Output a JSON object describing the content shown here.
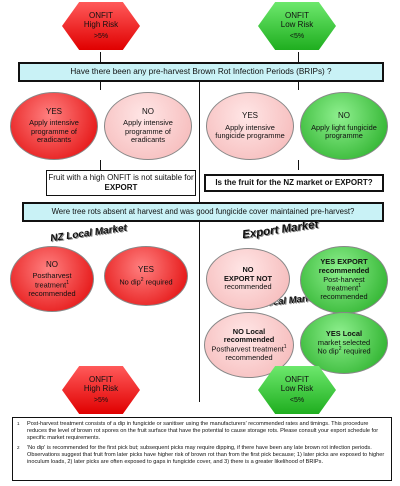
{
  "top_left_hex": {
    "line1": "ONFIT",
    "line2": "High Risk",
    "sub": ">5%"
  },
  "top_right_hex": {
    "line1": "ONFIT",
    "line2": "Low Risk",
    "sub": "<5%"
  },
  "question1": "Have there been any pre-harvest Brown Rot Infection Periods (BRIPs) ?",
  "left_yes": {
    "head": "YES",
    "text": "Apply intensive programme of eradicants"
  },
  "left_no": {
    "head": "NO",
    "text": "Apply intensive programme of eradicants"
  },
  "right_yes": {
    "head": "YES",
    "text": "Apply intensive fungicide programme"
  },
  "right_no": {
    "head": "NO",
    "text": "Apply light fungicide programme"
  },
  "left_result": {
    "text": "Fruit with a high ONFIT is not suitable for ",
    "bold": "EXPORT"
  },
  "right_question": "Is the fruit for the NZ market or EXPORT?",
  "question2": "Were tree rots absent at harvest and was good fungicide cover maintained pre-harvest?",
  "nz_market_left": "NZ Local Market",
  "export_market": "Export Market",
  "nz_market_right": "NZ Local Market",
  "nz_no": {
    "head": "NO",
    "text": "Postharvest treatment",
    "sup": "1",
    "text2": "recommended"
  },
  "nz_yes": {
    "head": "YES",
    "text": "No dip",
    "sup": "2",
    "text2": "required"
  },
  "export_no": {
    "bold": "NO",
    "bold2": "EXPORT NOT",
    "text": "recommended"
  },
  "export_yes": {
    "bold": "YES EXPORT recommended",
    "text": "Post-harvest treatment",
    "sup": "1",
    "text2": "recommended"
  },
  "local_no": {
    "bold": "NO Local recommended",
    "text": "Postharvest treatment",
    "sup": "1",
    "text2": "recommended"
  },
  "local_yes": {
    "bold": "YES Local",
    "text": "market selected",
    "text2": "No dip",
    "sup": "2",
    "text3": "required"
  },
  "bottom_left_hex": {
    "line1": "ONFIT",
    "line2": "High Risk",
    "sub": ">5%"
  },
  "bottom_right_hex": {
    "line1": "ONFIT",
    "line2": "Low Risk",
    "sub": "<5%"
  },
  "footnote1": {
    "num": "1",
    "text": "Post-harvest treatment consists of a dip in fungicide or sanitiser using the manufacturers' recommended rates and timings. This procedure reduces the level of brown rot spores on the fruit surface that have the potential to cause storage rots. Please consult your export schedule for specific market requirements."
  },
  "footnote2": {
    "num": "2",
    "text": "'No dip' is recommended for the first pick but; subsequent picks may require dipping, if there have been any late brown rot infection periods. Observations suggest that fruit from later picks have higher risk of brown rot than from the first pick because; 1) later picks are exposed to higher inoculum loads, 2) later picks are often exposed to gaps in fungicide cover, and 3) there is a greater likelihood of BRIPs."
  }
}
